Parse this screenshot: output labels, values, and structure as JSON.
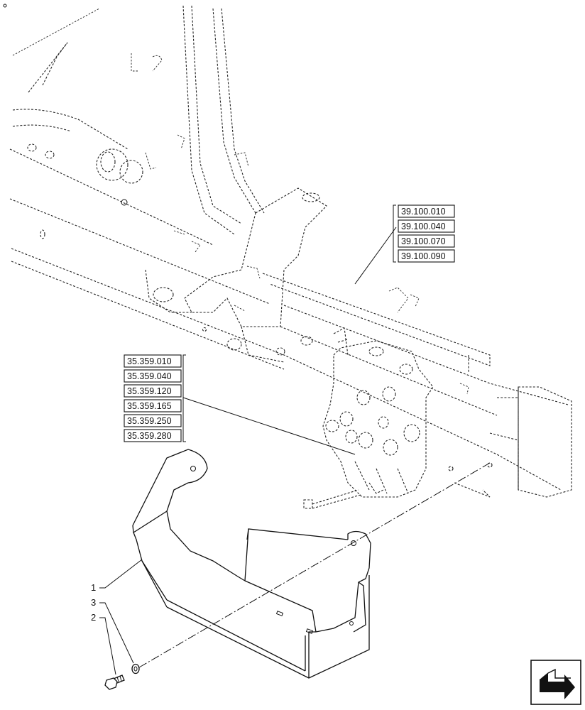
{
  "reference_groups": {
    "upper": [
      "39.100.010",
      "39.100.040",
      "39.100.070",
      "39.100.090"
    ],
    "lower": [
      "35.359.010",
      "35.359.040",
      "35.359.120",
      "35.359.165",
      "35.359.250",
      "35.359.280"
    ]
  },
  "callouts": [
    "1",
    "2",
    "3"
  ],
  "nav_icon": "next-page-arrow-icon"
}
